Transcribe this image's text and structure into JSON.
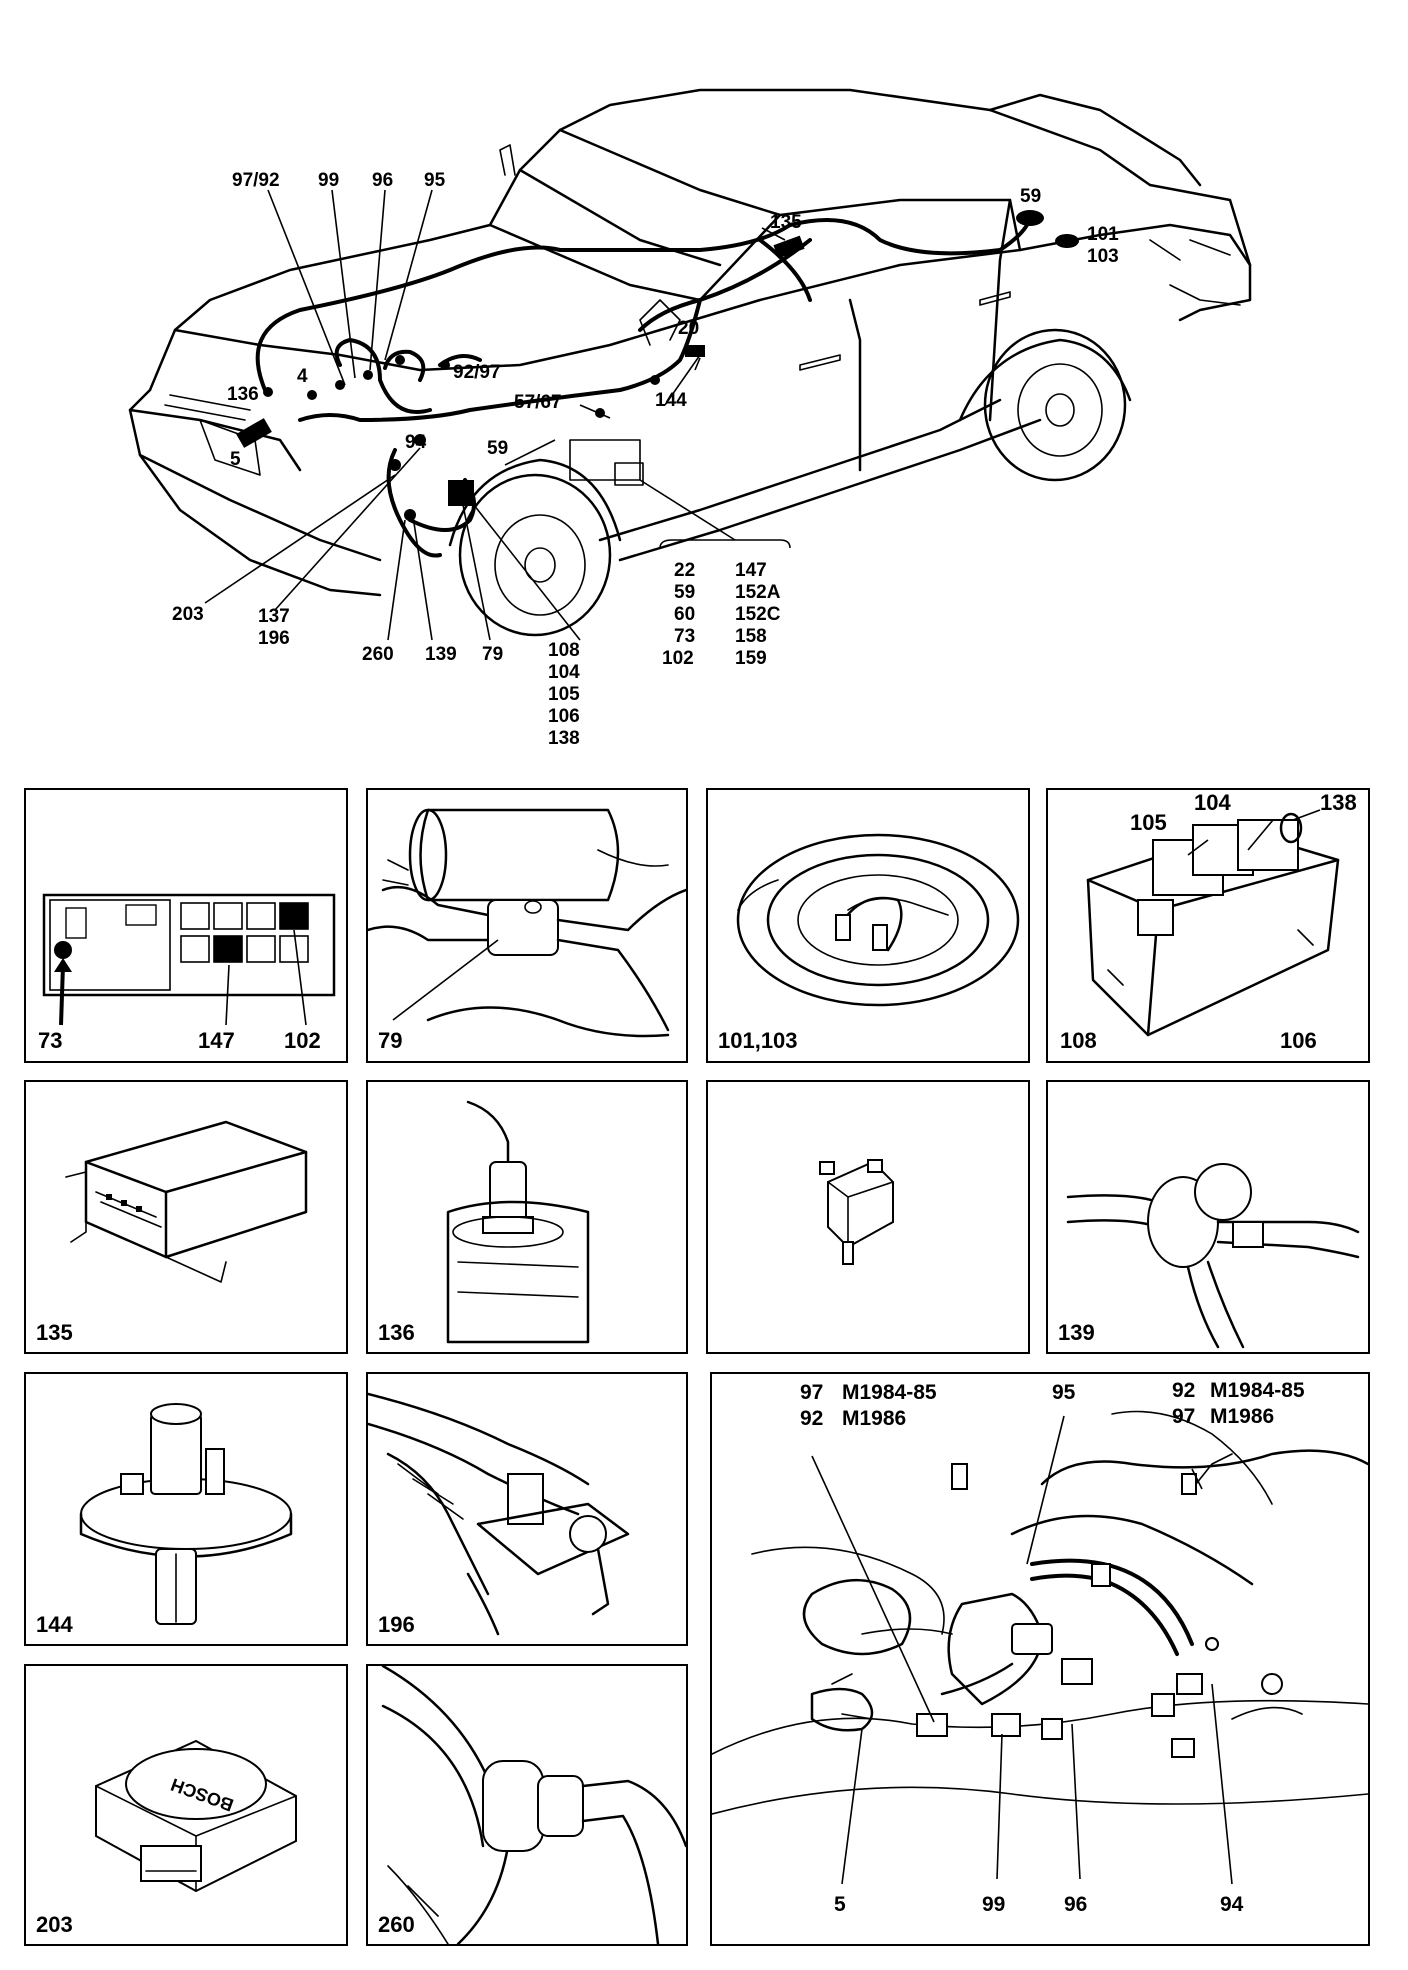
{
  "overview": {
    "callouts": {
      "c97_92": "97/92",
      "c99": "99",
      "c96": "96",
      "c95": "95",
      "c135": "135",
      "c59r": "59",
      "c101": "101",
      "c103": "103",
      "c20": "20",
      "c92_97": "92/97",
      "c136": "136",
      "c4": "4",
      "c57_67": "57/67",
      "c144": "144",
      "c94": "94",
      "c5": "5",
      "c59": "59",
      "c203": "203",
      "c137": "137",
      "c196": "196",
      "c260": "260",
      "c139": "139",
      "c79": "79",
      "c108": "108",
      "c104": "104",
      "c105": "105",
      "c106": "106",
      "c138": "138"
    },
    "group": [
      [
        "22",
        "147"
      ],
      [
        "59",
        "152A"
      ],
      [
        "60",
        "152C"
      ],
      [
        "73",
        "158"
      ],
      [
        "102",
        "159"
      ]
    ]
  },
  "panels": {
    "relay_board": {
      "l1": "73",
      "l2": "147",
      "l3": "102"
    },
    "fuel_filter": {
      "l1": "79"
    },
    "fuel_pump": {
      "l1": "101,103"
    },
    "relay_box": {
      "l1": "108",
      "l2": "106",
      "t1": "105",
      "t2": "104",
      "t3": "138"
    },
    "control_unit": {
      "l1": "135"
    },
    "oxygen_sensor": {
      "l1": "136"
    },
    "valve": {
      "l1": ""
    },
    "pipe_connector": {
      "l1": "139"
    },
    "pressure_switch": {
      "l1": "144"
    },
    "sensor_196": {
      "l1": "196"
    },
    "throttle_switch": {
      "l1": "203",
      "brand": "BOSCH"
    },
    "sensor_260": {
      "l1": "260"
    },
    "engine_detail": {
      "tl_97": "97",
      "tl_m1": "M1984-85",
      "tl_92": "92",
      "tl_m2": "M1986",
      "t95": "95",
      "tr_92": "92",
      "tr_m1": "M1984-85",
      "tr_97": "97",
      "tr_m2": "M1986",
      "b5": "5",
      "b99": "99",
      "b96": "96",
      "b94": "94"
    }
  }
}
